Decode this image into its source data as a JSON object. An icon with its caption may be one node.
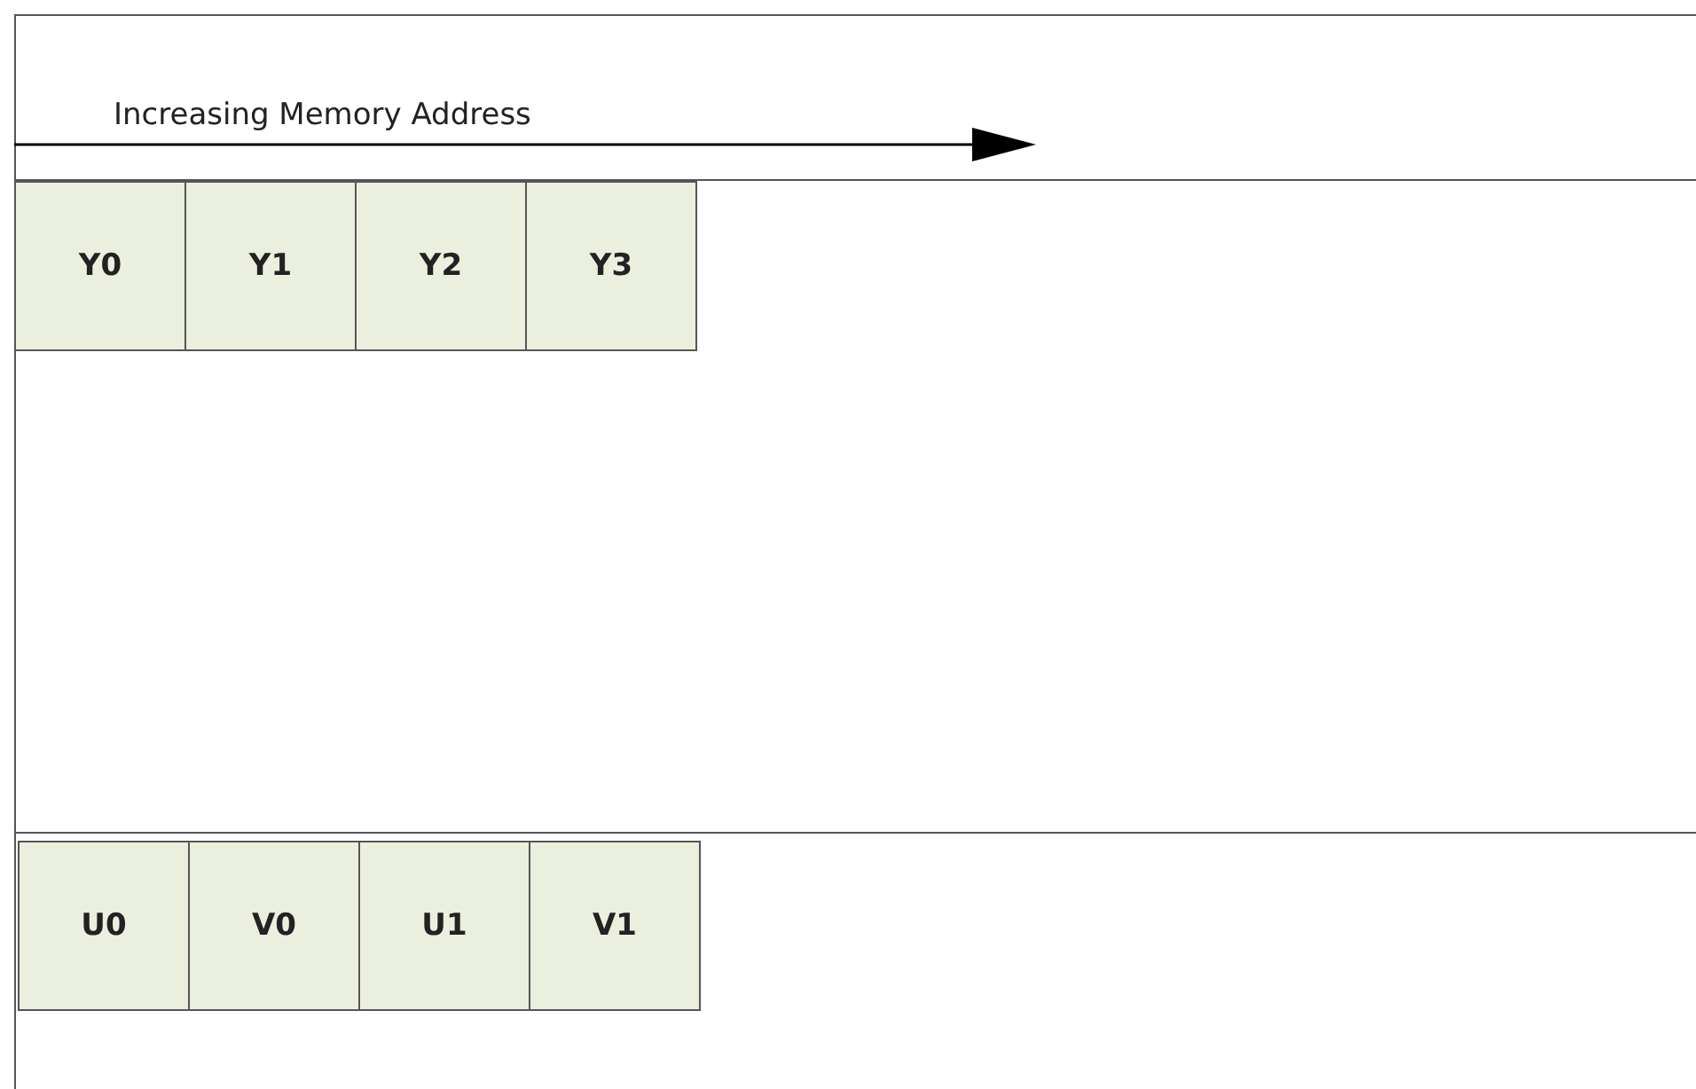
{
  "diagram": {
    "nodes": [
      {
        "text": [
          "Y0"
        ]
      },
      {
        "text": [
          "Y1"
        ]
      },
      {
        "text": [
          "Y2"
        ]
      },
      {
        "text": [
          "Y3"
        ]
      },
      {
        "text": [
          "U0"
        ]
      },
      {
        "text": [
          "V0"
        ]
      },
      {
        "text": [
          "U1"
        ]
      },
      {
        "text": [
          "V1"
        ]
      }
    ],
    "labels": [
      "Increasing Memory Address"
    ]
  }
}
